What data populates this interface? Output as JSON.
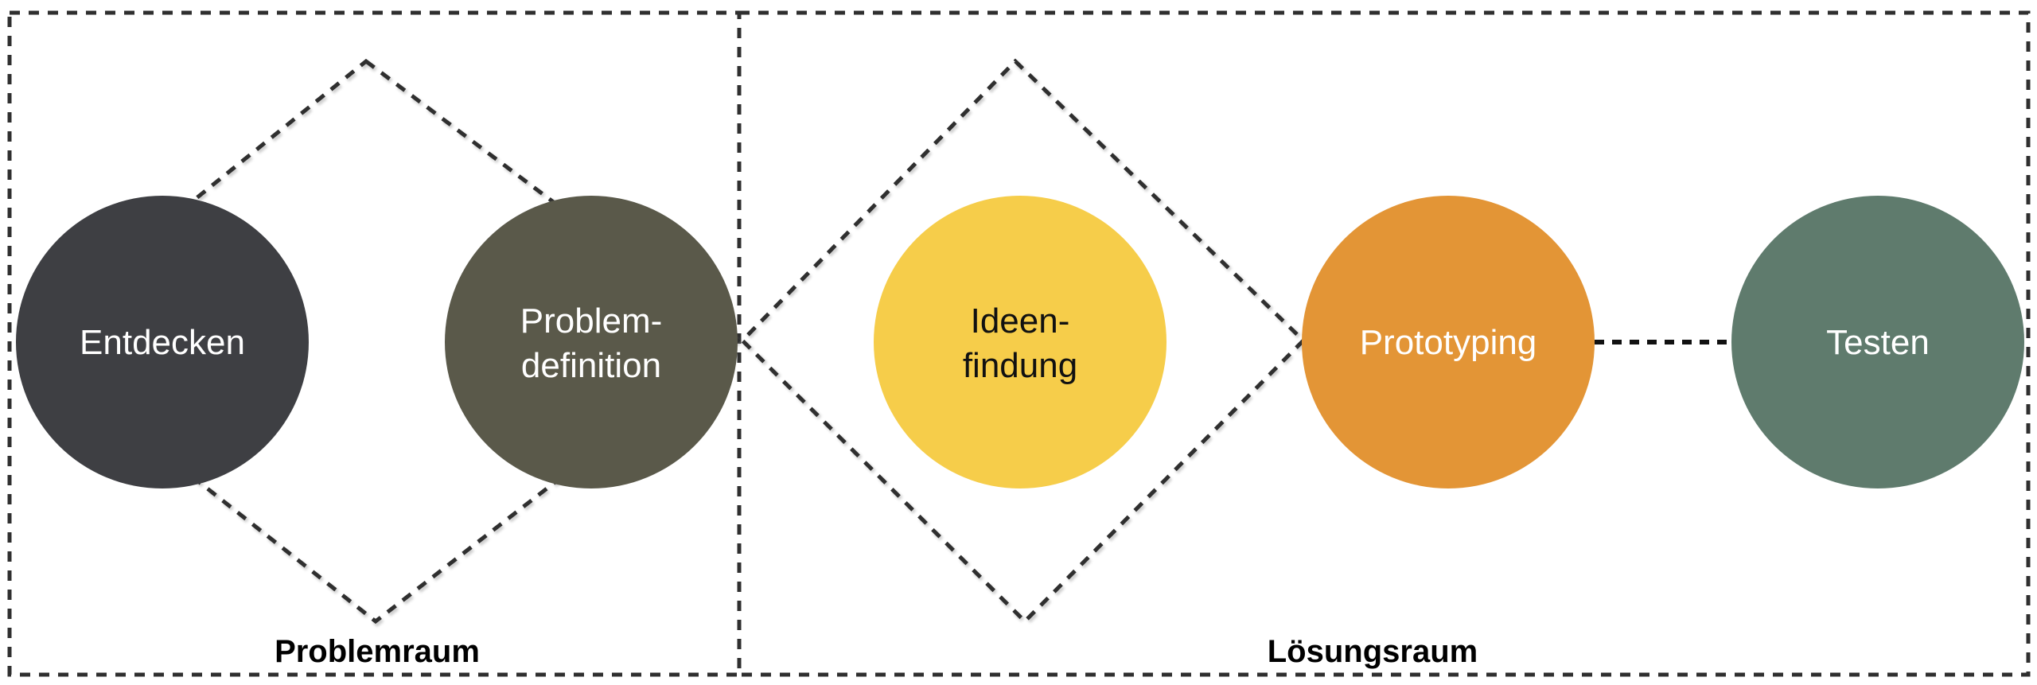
{
  "regions": {
    "problem": {
      "label": "Problemraum"
    },
    "solution": {
      "label": "Lösungsraum"
    }
  },
  "nodes": {
    "entdecken": {
      "label": "Entdecken",
      "color": "#3e3f43",
      "text_color": "#ffffff"
    },
    "problemdefinition": {
      "line1": "Problem-",
      "line2": "definition",
      "color": "#5a594a",
      "text_color": "#ffffff"
    },
    "ideenfindung": {
      "line1": "Ideen-",
      "line2": "findung",
      "color": "#f6cd4a",
      "text_color": "#111111"
    },
    "prototyping": {
      "label": "Prototyping",
      "color": "#e39536",
      "text_color": "#ffffff"
    },
    "testen": {
      "label": "Testen",
      "color": "#5f7b6d",
      "text_color": "#ffffff"
    }
  },
  "style": {
    "dash_color": "#2f2f2f"
  }
}
